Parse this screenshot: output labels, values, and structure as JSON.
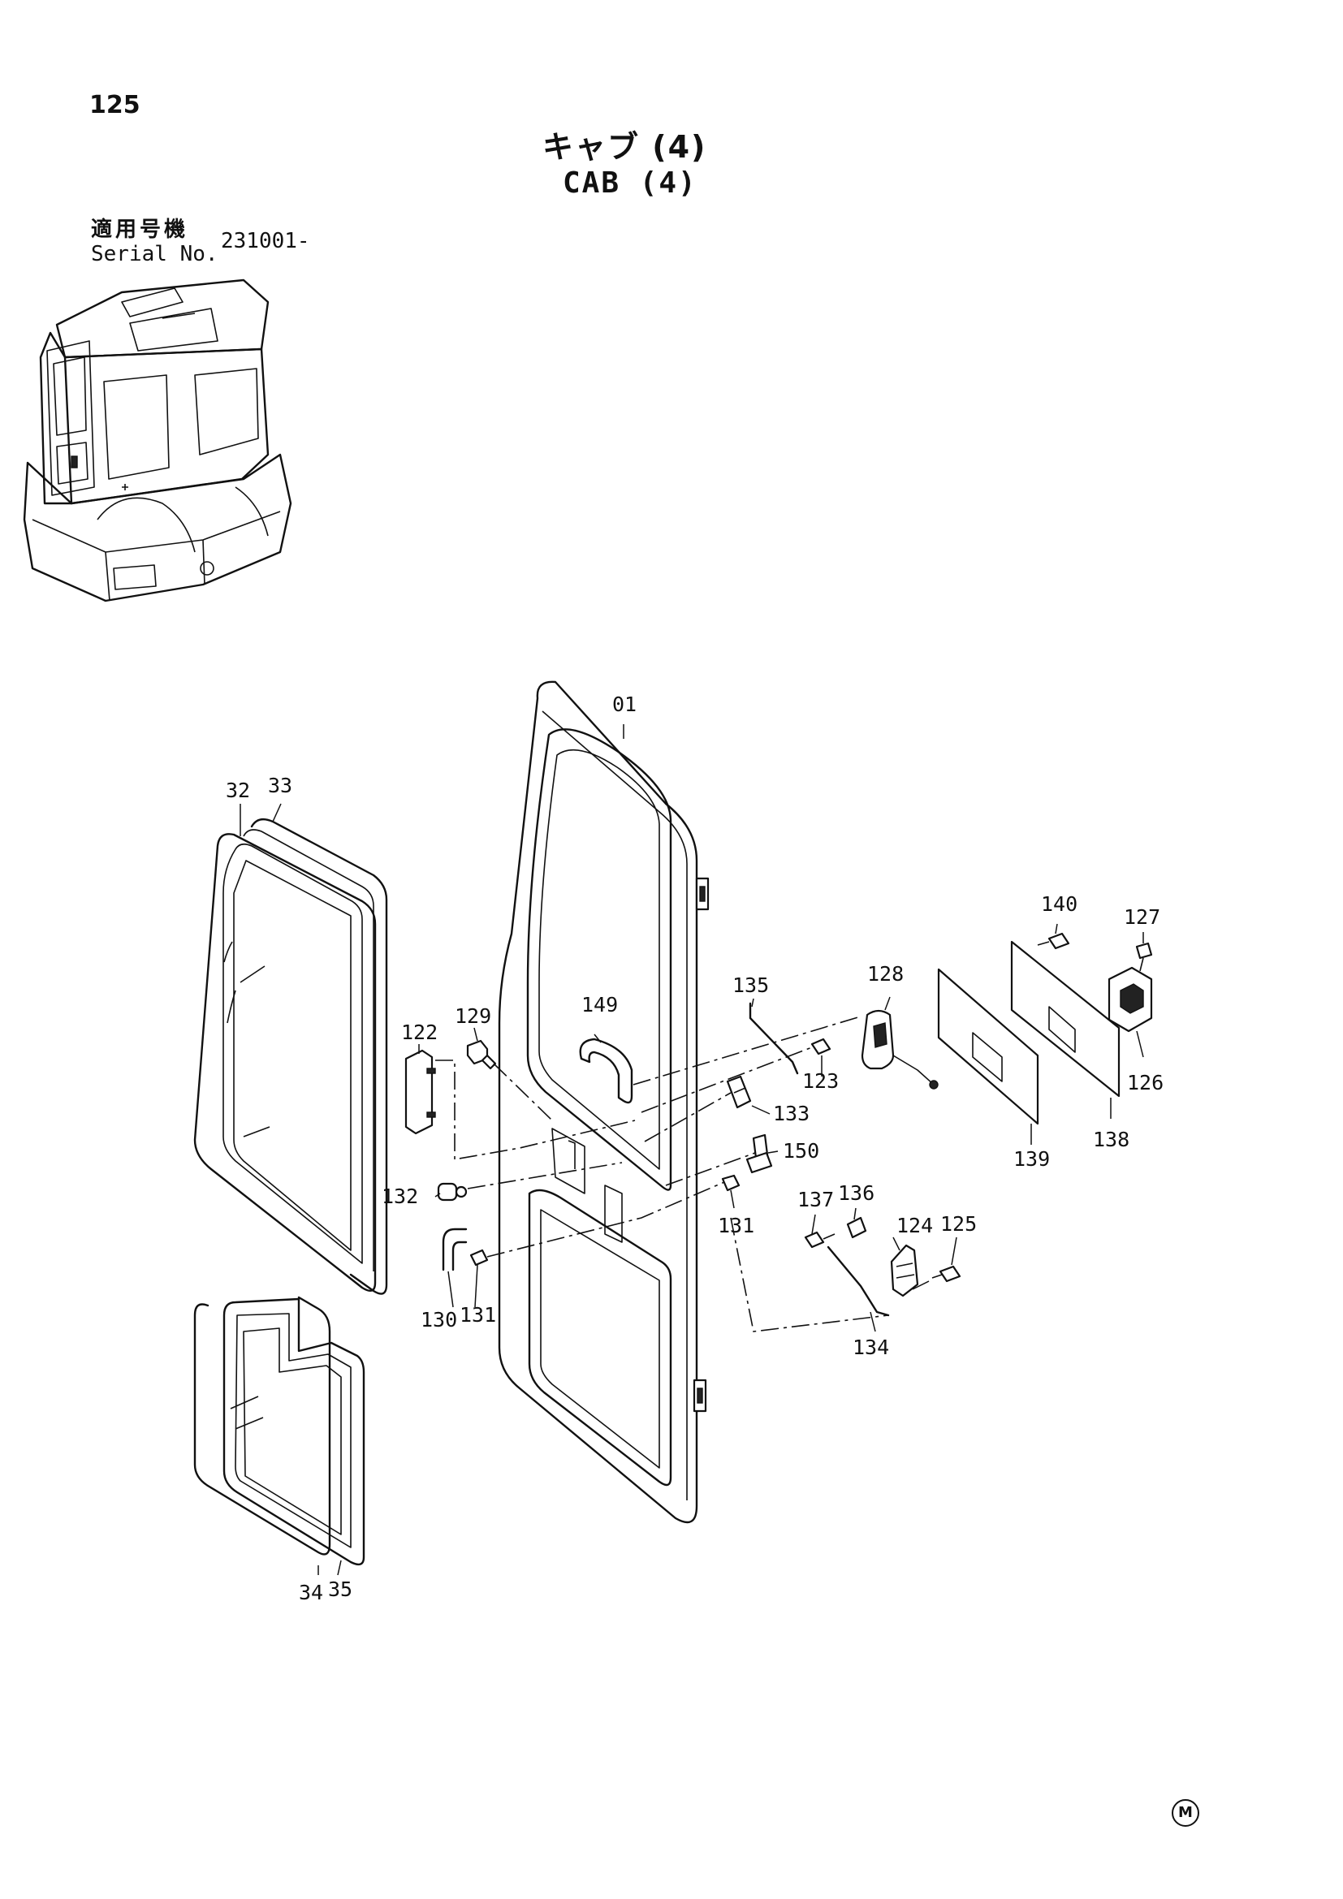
{
  "page": {
    "number": "125"
  },
  "title": {
    "japanese": "キャブ (4)",
    "english": "CAB (4)"
  },
  "serial": {
    "label_japanese": "適用号機",
    "label_english": "Serial No.",
    "value": "231001-"
  },
  "callouts": [
    "01",
    "32",
    "33",
    "34",
    "35",
    "122",
    "123",
    "124",
    "125",
    "126",
    "127",
    "128",
    "129",
    "130",
    "131",
    "131",
    "132",
    "133",
    "134",
    "135",
    "136",
    "137",
    "138",
    "139",
    "140",
    "149",
    "150"
  ],
  "footer": {
    "mark": "M"
  }
}
